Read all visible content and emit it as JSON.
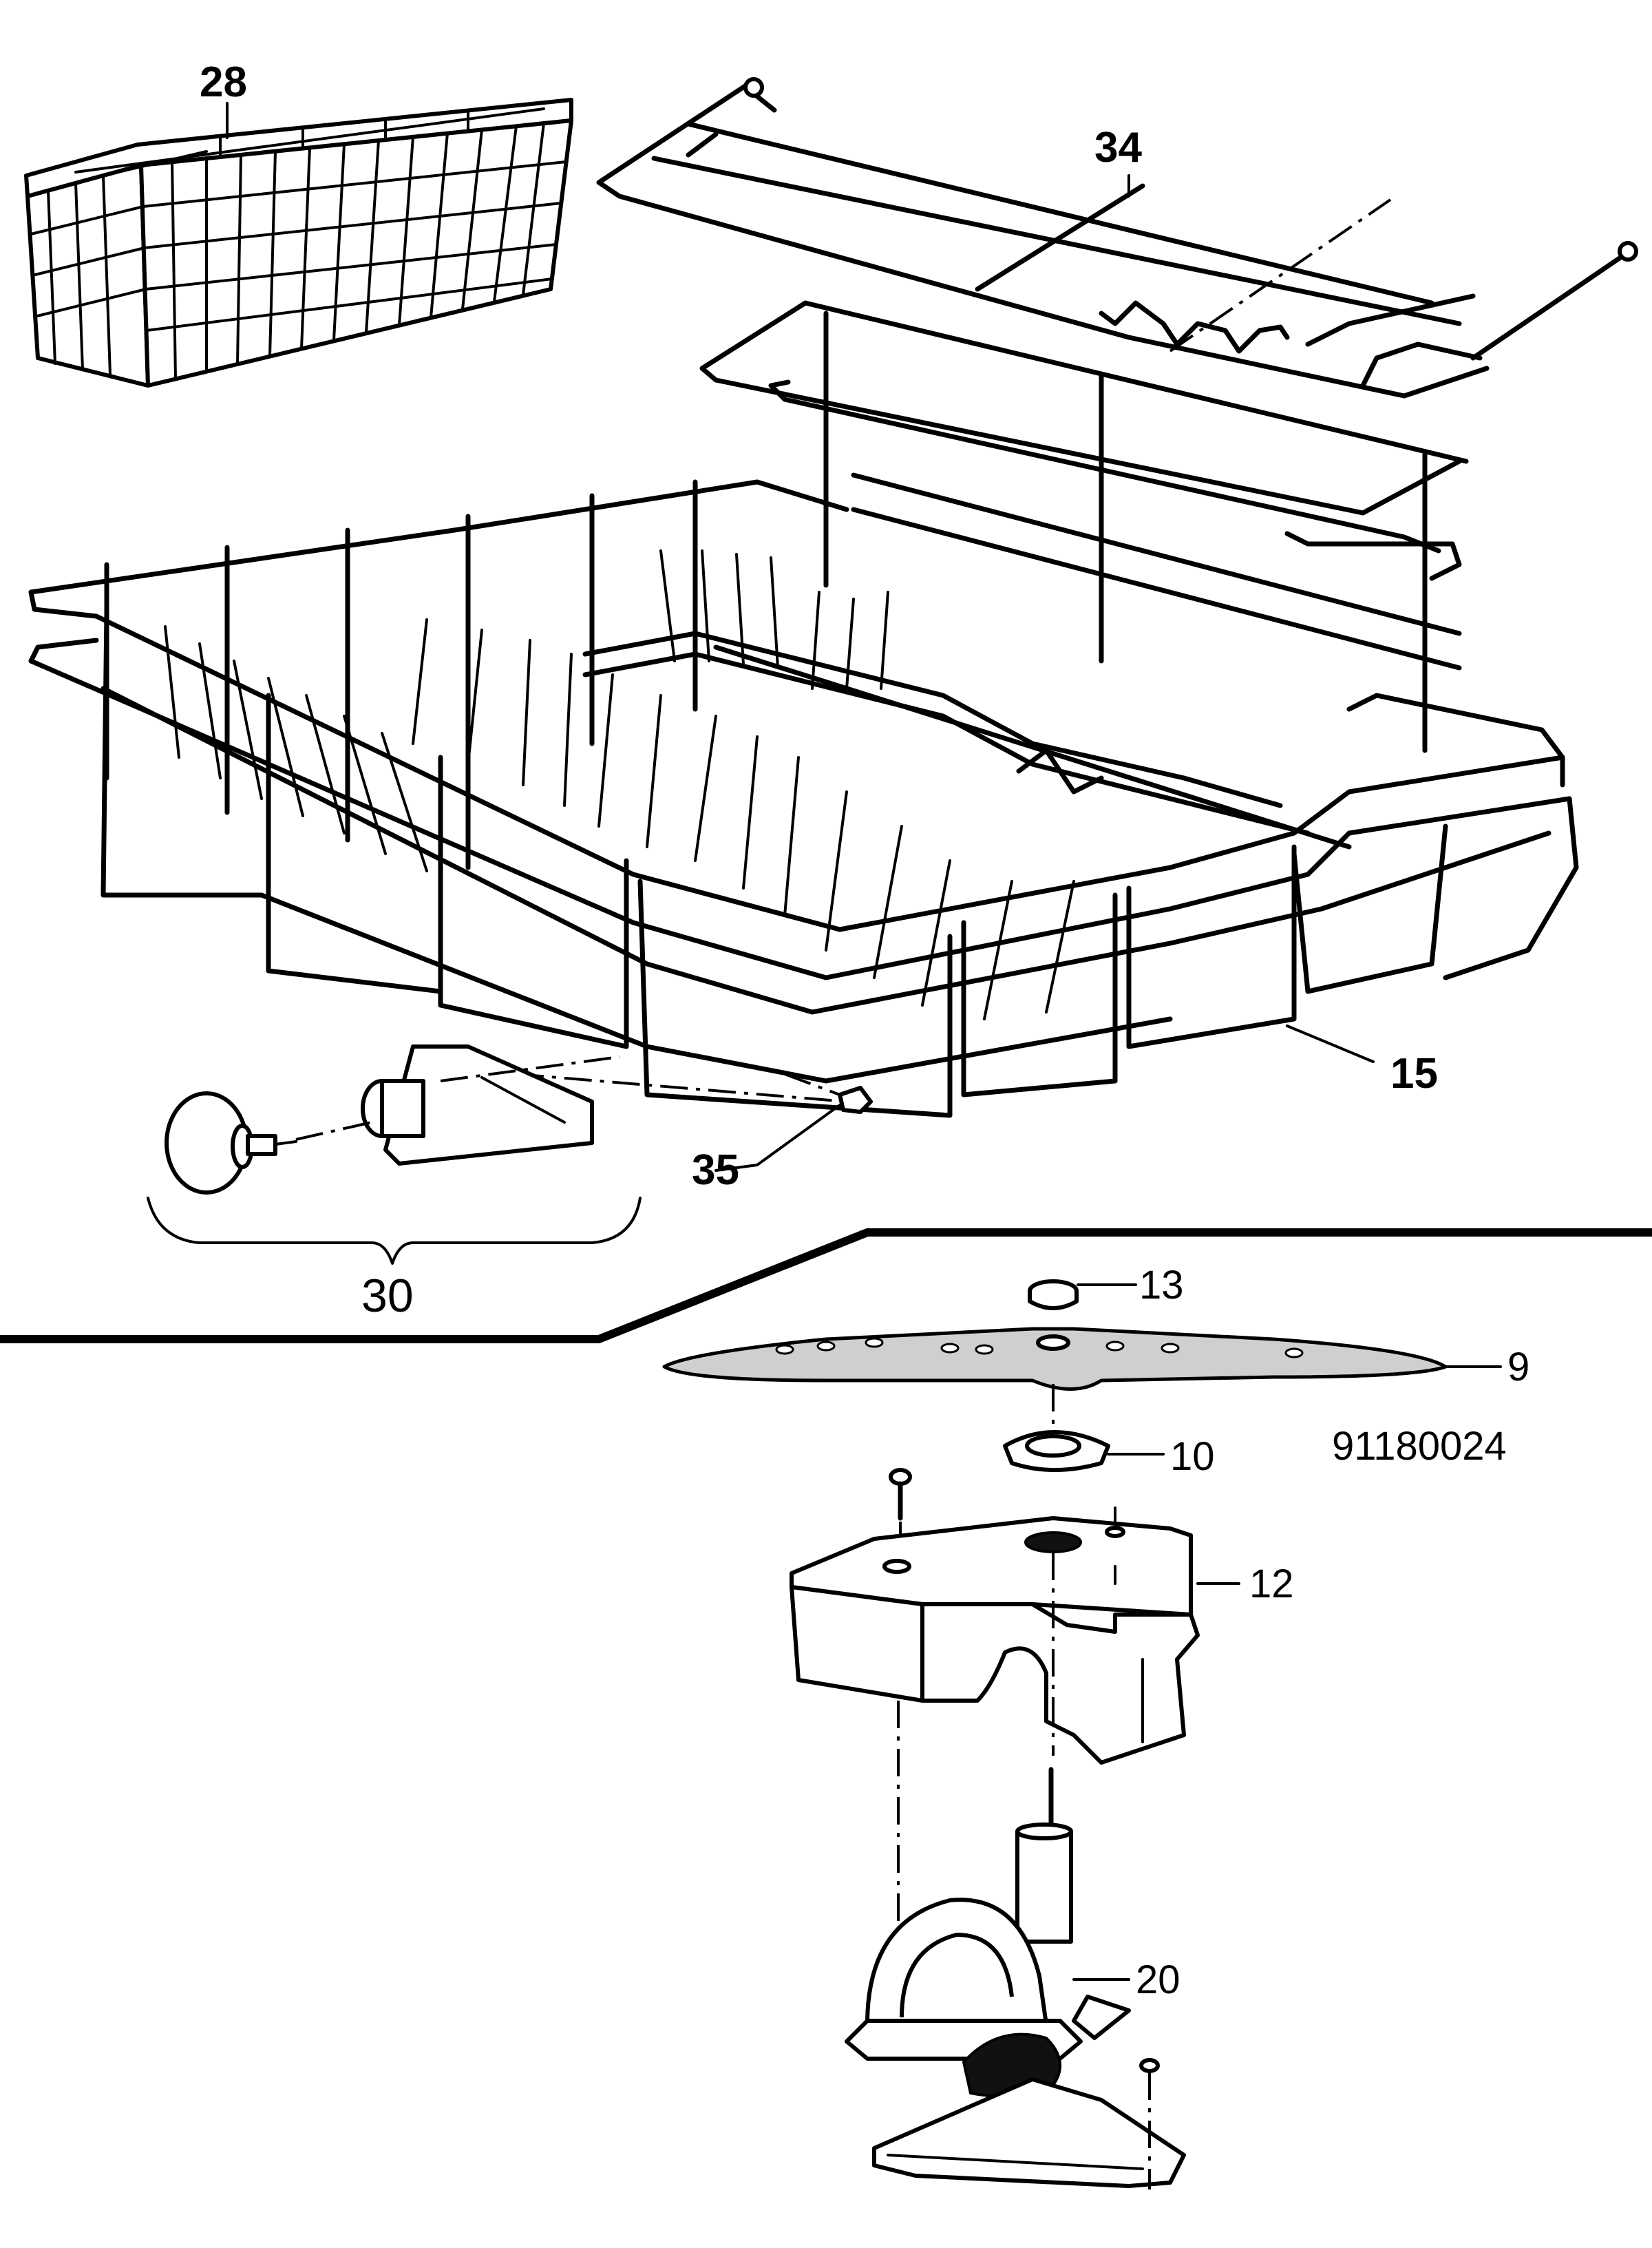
{
  "drawing_number": "91180024",
  "callouts": [
    {
      "id": "28",
      "label": "28"
    },
    {
      "id": "34",
      "label": "34"
    },
    {
      "id": "15",
      "label": "15"
    },
    {
      "id": "30",
      "label": "30"
    },
    {
      "id": "35",
      "label": "35"
    },
    {
      "id": "13",
      "label": "13"
    },
    {
      "id": "9",
      "label": "9"
    },
    {
      "id": "10",
      "label": "10"
    },
    {
      "id": "12",
      "label": "12"
    },
    {
      "id": "20",
      "label": "20"
    }
  ]
}
